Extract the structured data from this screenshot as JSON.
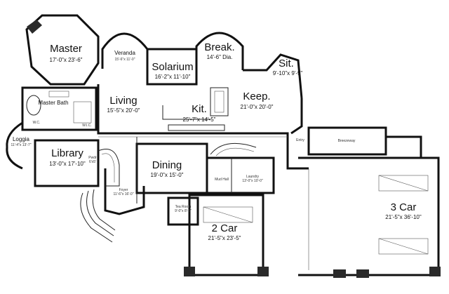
{
  "rooms": {
    "master": {
      "name": "Master",
      "dim": "17'-0\"x 23'-6\""
    },
    "veranda": {
      "name": "Veranda",
      "dim": "15'-6\"x 11'-0\""
    },
    "solarium": {
      "name": "Solarium",
      "dim": "16'-2\"x 11'-10\""
    },
    "breakfast": {
      "name": "Break.",
      "dim": "14'-6\" Dia."
    },
    "sitting": {
      "name": "Sit.",
      "dim": "9'-10\"x 9'-9\""
    },
    "keeping": {
      "name": "Keep.",
      "dim": "21'-0\"x 20'-0\""
    },
    "living": {
      "name": "Living",
      "dim": "15'-5\"x 20'-0\""
    },
    "kitchen": {
      "name": "Kit.",
      "dim": "25'-7\"x 14'-5\""
    },
    "master_bath": {
      "name": "Master Bath"
    },
    "wc": {
      "name": "W.C."
    },
    "wic": {
      "name": "W.I.C."
    },
    "loggia": {
      "name": "Loggia",
      "dim": "11'-4\"x 13'-7\""
    },
    "library": {
      "name": "Library",
      "dim": "13'-0\"x 17'-10\""
    },
    "dining": {
      "name": "Dining",
      "dim": "19'-0\"x 15'-0\""
    },
    "entry": {
      "name": "Entry"
    },
    "breezeway": {
      "name": "Breezeway"
    },
    "mud_hall": {
      "name": "Mud Hall"
    },
    "laundry": {
      "name": "Laundry",
      "dim": "13'-0\"x 10'-0\""
    },
    "foyer": {
      "name": "Foyer",
      "dim": "11'-6\"x 16'-0\""
    },
    "powder": {
      "name": "Pwdr",
      "dim": "6'x5'"
    },
    "tea_room": {
      "name": "Tea Room",
      "dim": "9'-0\"x 8'-0\""
    },
    "two_car": {
      "name": "2 Car",
      "dim": "21'-5\"x 23'-5\""
    },
    "three_car": {
      "name": "3 Car",
      "dim": "21'-5\"x 36'-10\""
    }
  }
}
